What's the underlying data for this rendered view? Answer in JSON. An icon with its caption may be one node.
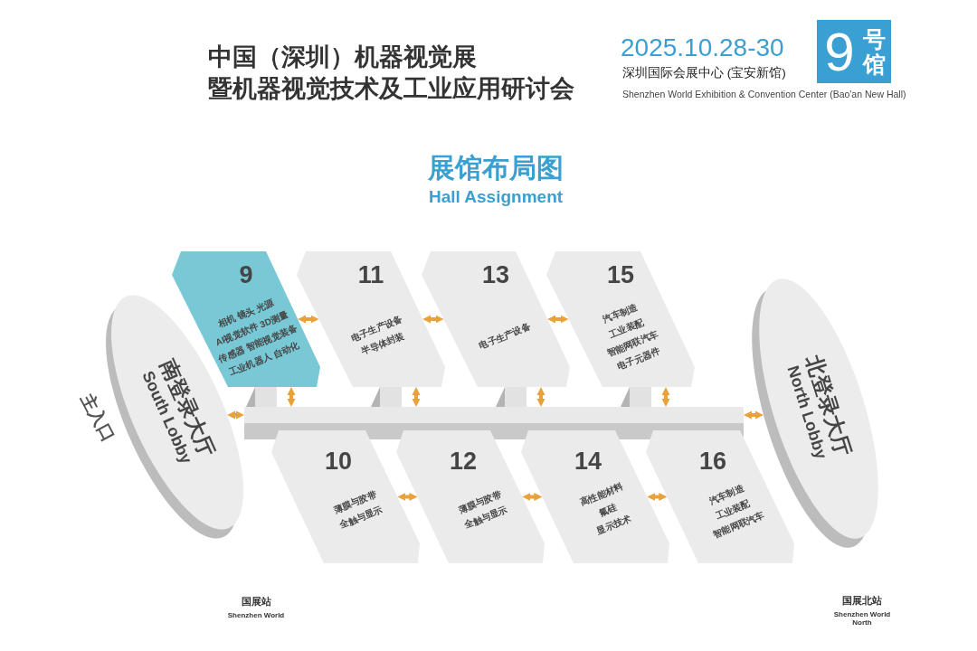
{
  "diagram": {
    "title": "展馆布局图",
    "nodes": [
      {
        "text": [
          "9",
          "号馆"
        ]
      },
      {
        "text": [
          "南登录大厅",
          "South Lobby"
        ]
      },
      {
        "text": [
          "9",
          "相机 镜头 光源",
          "AI视觉软件 3D测量",
          "传感器 智能视觉装备",
          "工业机器人 自动化"
        ]
      },
      {
        "text": [
          "11",
          "电子生产设备",
          "半导体封装"
        ]
      },
      {
        "text": [
          "13",
          "电子生产设备"
        ]
      },
      {
        "text": [
          "15",
          "汽车制造",
          "工业装配",
          "智能网联汽车",
          "电子元器件"
        ]
      },
      {
        "text": [
          "北登录大厅",
          "North Lobby"
        ]
      },
      {
        "text": [],
        "shape": "bar"
      },
      {
        "text": [
          "10",
          "薄膜与胶带",
          "全触与显示"
        ]
      },
      {
        "text": [
          "12",
          "薄膜与胶带",
          "全触与显示"
        ]
      },
      {
        "text": [
          "14",
          "高性能材料",
          "氟硅",
          "显示技术"
        ]
      },
      {
        "text": [
          "16",
          "汽车制造",
          "工业装配",
          "智能网联汽车"
        ]
      }
    ],
    "edges": [
      {
        "from": 2,
        "to": 3,
        "arrow": "both"
      },
      {
        "from": 3,
        "to": 4,
        "arrow": "both"
      },
      {
        "from": 4,
        "to": 5,
        "arrow": "both"
      },
      {
        "from": 1,
        "to": 7,
        "arrow": "both"
      },
      {
        "from": 2,
        "to": 7,
        "arrow": "both"
      },
      {
        "from": 3,
        "to": 7,
        "arrow": "both"
      },
      {
        "from": 4,
        "to": 7,
        "arrow": "both"
      },
      {
        "from": 5,
        "to": 7,
        "arrow": "both"
      },
      {
        "from": 7,
        "to": 6,
        "arrow": "both"
      },
      {
        "from": 8,
        "to": 9,
        "arrow": "both"
      },
      {
        "from": 9,
        "to": 10,
        "arrow": "both"
      },
      {
        "from": 10,
        "to": 11,
        "arrow": "both"
      }
    ],
    "labels": [
      "中国（深圳）机器视觉展",
      "暨机器视觉技术及工业应用研讨会",
      "2025.10.28-30",
      "深圳国际会展中心 (宝安新馆)",
      "Shenzhen World Exhibition & Convention Center (Bao'an New Hall)",
      "Hall Assignment",
      "主入口",
      "国展站",
      "Shenzhen World",
      "国展北站",
      "Shenzhen World North"
    ]
  }
}
